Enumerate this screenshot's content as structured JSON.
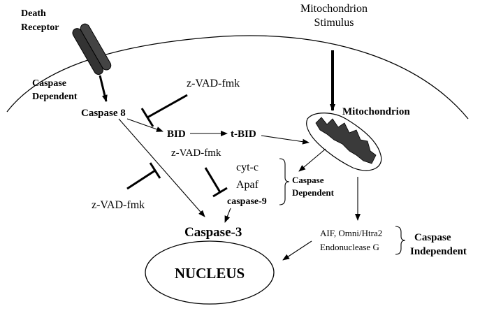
{
  "labels": {
    "death_receptor_line1": "Death",
    "death_receptor_line2": "Receptor",
    "mito_stimulus_line1": "Mitochondrion",
    "mito_stimulus_line2": "Stimulus",
    "caspase_dependent_top_line1": "Caspase",
    "caspase_dependent_top_line2": "Dependent",
    "caspase8": "Caspase 8",
    "zvad_top": "z-VAD-fmk",
    "zvad_middle": "z-VAD-fmk",
    "zvad_left": "z-VAD-fmk",
    "bid": "BID",
    "tbid": "t-BID",
    "mitochondrion": "Mitochondrion",
    "cytc": "cyt-c",
    "apaf": "Apaf",
    "caspase9": "caspase-9",
    "caspase_dependent_right_line1": "Caspase",
    "caspase_dependent_right_line2": "Dependent",
    "caspase3": "Caspase-3",
    "aif": "AIF, Omni/Htra2",
    "endonuclease": "Endonuclease G",
    "caspase_independent_line1": "Caspase",
    "caspase_independent_line2": "Independent",
    "nucleus": "NUCLEUS"
  },
  "colors": {
    "ink": "#000000",
    "receptor_fill": "#333333",
    "mito_inner": "#3a3a3a"
  }
}
